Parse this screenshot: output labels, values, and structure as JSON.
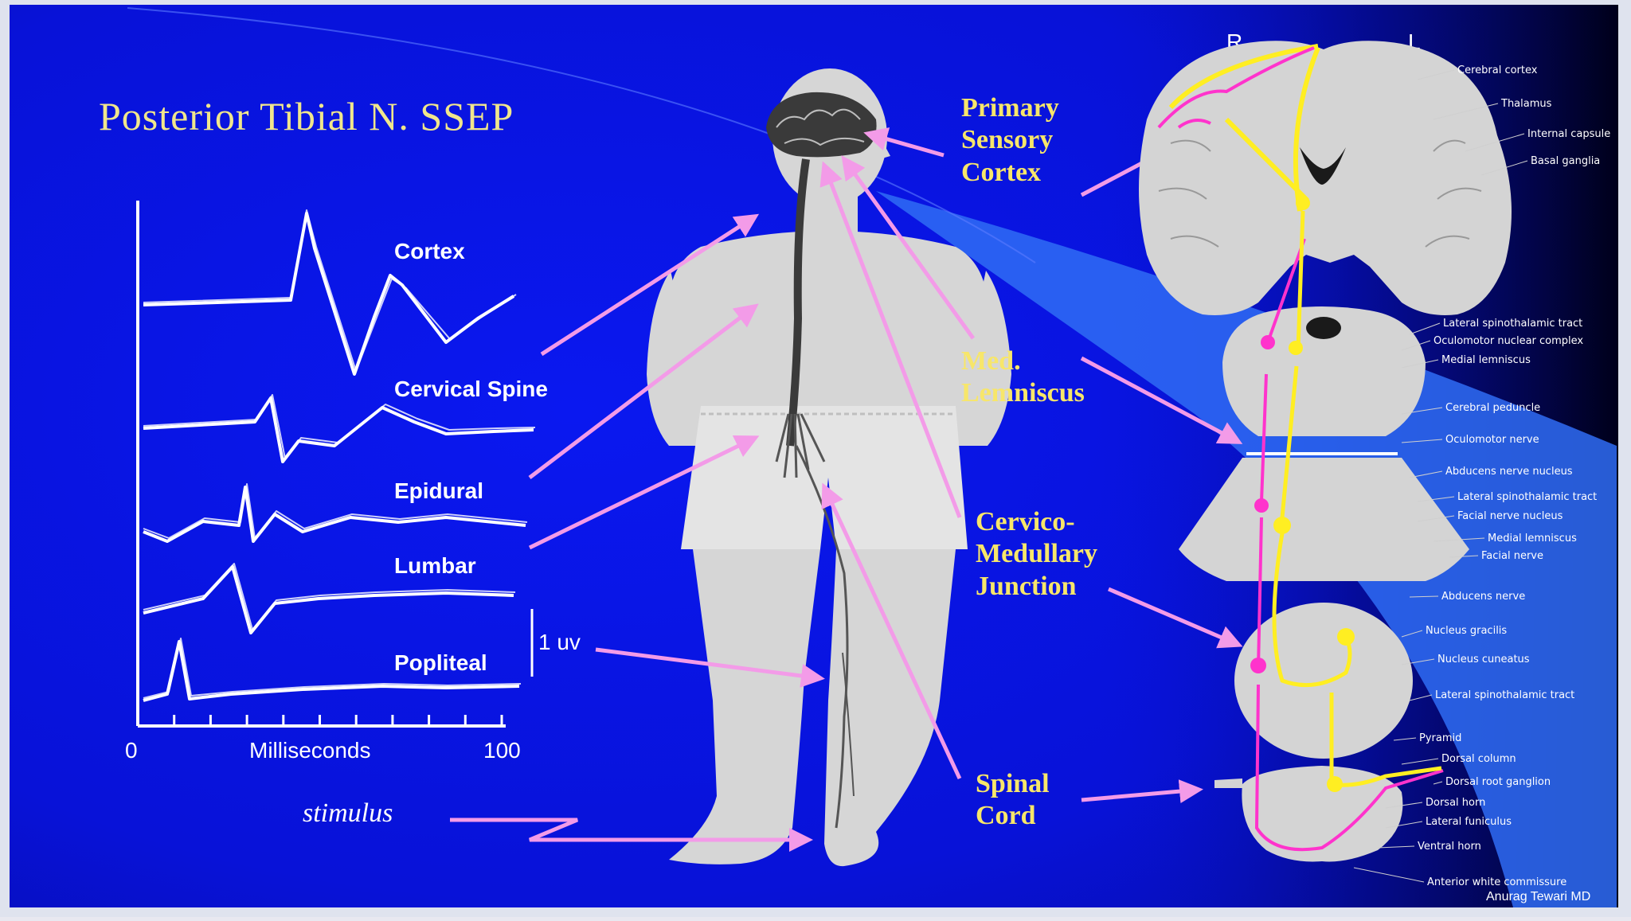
{
  "slide": {
    "title": "Posterior Tibial N. SSEP",
    "credit": "Anurag Tewari MD",
    "colors": {
      "background": "#0a14e0",
      "title": "#f0e68c",
      "callout": "#f7e66a",
      "arrow": "#f39be8",
      "trace": "#ffffff",
      "figure": "#d8d8d8",
      "pathway_yellow": "#ffee22",
      "pathway_pink": "#ff33cc"
    }
  },
  "waveform_plot": {
    "traces": [
      "Cortex",
      "Cervical Spine",
      "Epidural",
      "Lumbar",
      "Popliteal"
    ],
    "x_axis": {
      "label": "Milliseconds",
      "min_label": "0",
      "max_label": "100"
    },
    "scale_bar": "1 uv",
    "stimulus": "stimulus"
  },
  "callouts": {
    "primary_sensory_cortex": [
      "Primary",
      "Sensory",
      "Cortex"
    ],
    "med_lemniscus": [
      "Med.",
      "Lemniscus"
    ],
    "cervico_medullary": [
      "Cervico-",
      "Medullary",
      "Junction"
    ],
    "spinal_cord": [
      "Spinal",
      "Cord"
    ]
  },
  "brain_section": {
    "side_right": "R",
    "side_left": "L",
    "labels": [
      "Cerebral cortex",
      "Thalamus",
      "Internal capsule",
      "Basal ganglia",
      "Lateral spinothalamic tract",
      "Oculomotor nuclear complex",
      "Medial lemniscus",
      "Cerebral peduncle",
      "Oculomotor nerve",
      "Abducens nerve nucleus",
      "Lateral spinothalamic tract",
      "Facial nerve nucleus",
      "Medial lemniscus",
      "Facial nerve",
      "Abducens nerve",
      "Nucleus gracilis",
      "Nucleus cuneatus",
      "Lateral spinothalamic tract",
      "Pyramid",
      "Dorsal column",
      "Dorsal root ganglion",
      "Dorsal horn",
      "Lateral funiculus",
      "Ventral horn",
      "Anterior white commissure"
    ]
  }
}
